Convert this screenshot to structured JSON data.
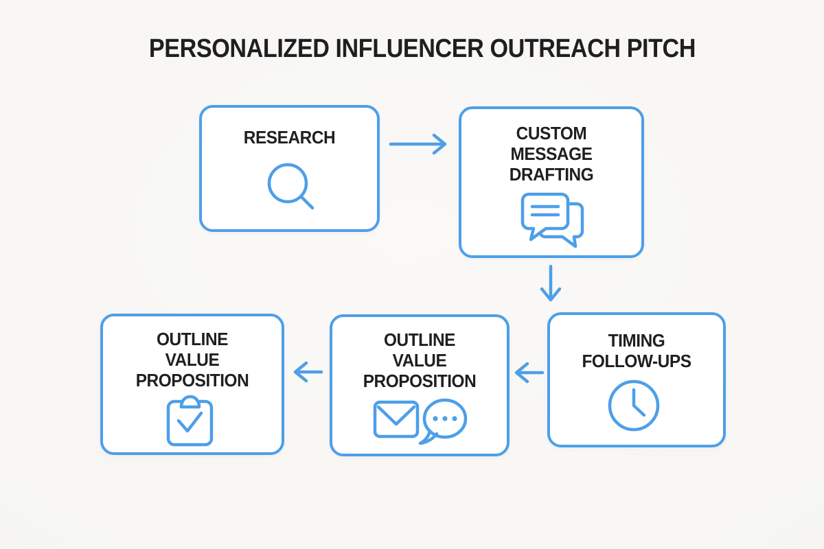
{
  "page": {
    "title": "PERSONALIZED INFLUENCER OUTREACH PITCH"
  },
  "colors": {
    "accent": "#4d9fe8",
    "text": "#1f1f1f",
    "background": "#f6f5f2",
    "node_background": "#ffffff"
  },
  "diagram": {
    "type": "flowchart",
    "nodes": [
      {
        "id": "research",
        "label": "RESEARCH",
        "icons": [
          "search-icon"
        ]
      },
      {
        "id": "custom-message-drafting",
        "label": "CUSTOM\nMESSAGE\nDRAFTING",
        "icons": [
          "chat-bubbles-icon"
        ]
      },
      {
        "id": "timing-follow-ups",
        "label": "TIMING\nFOLLOW-UPS",
        "icons": [
          "clock-icon"
        ]
      },
      {
        "id": "outline-value-proposition-mail",
        "label": "OUTLINE\nVALUE\nPROPOSITION",
        "icons": [
          "mail-icon",
          "speech-dots-icon"
        ]
      },
      {
        "id": "outline-value-proposition-clipboard",
        "label": "OUTLINE\nVALUE\nPROPOSITION",
        "icons": [
          "clipboard-check-icon"
        ]
      }
    ],
    "edges": [
      {
        "from": "research",
        "to": "custom-message-drafting",
        "direction": "right"
      },
      {
        "from": "custom-message-drafting",
        "to": "timing-follow-ups",
        "direction": "down"
      },
      {
        "from": "timing-follow-ups",
        "to": "outline-value-proposition-mail",
        "direction": "left"
      },
      {
        "from": "outline-value-proposition-mail",
        "to": "outline-value-proposition-clipboard",
        "direction": "left"
      }
    ]
  }
}
